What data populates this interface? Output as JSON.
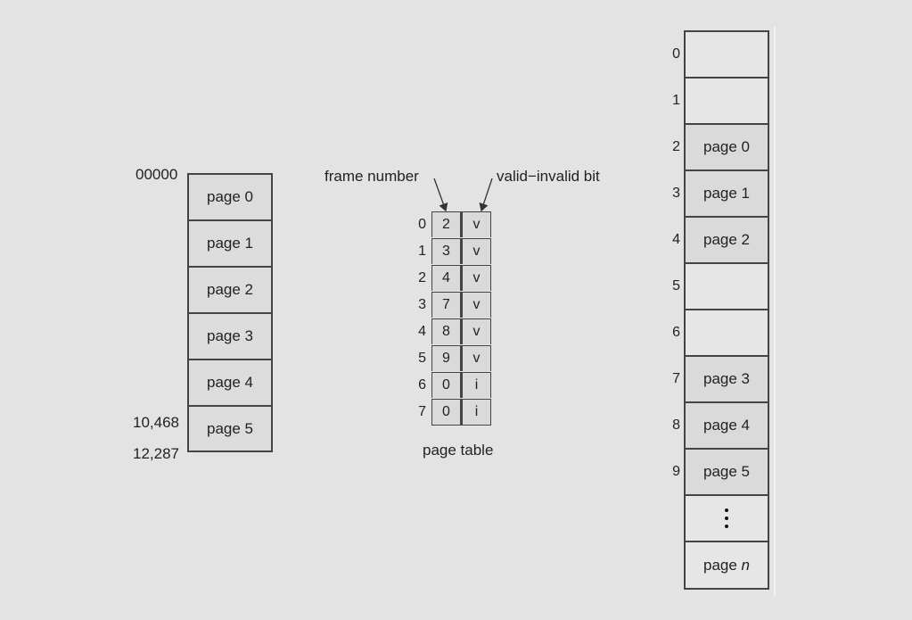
{
  "logical_memory": {
    "pages": [
      "page 0",
      "page 1",
      "page 2",
      "page 3",
      "page 4",
      "page 5"
    ],
    "address_top": "00000",
    "address_page5": "10,468",
    "address_bottom": "12,287"
  },
  "page_table": {
    "label": "page table",
    "frame_number_label": "frame number",
    "valid_invalid_label": "valid−invalid bit",
    "rows": [
      {
        "index": "0",
        "frame": "2",
        "bit": "v"
      },
      {
        "index": "1",
        "frame": "3",
        "bit": "v"
      },
      {
        "index": "2",
        "frame": "4",
        "bit": "v"
      },
      {
        "index": "3",
        "frame": "7",
        "bit": "v"
      },
      {
        "index": "4",
        "frame": "8",
        "bit": "v"
      },
      {
        "index": "5",
        "frame": "9",
        "bit": "v"
      },
      {
        "index": "6",
        "frame": "0",
        "bit": "i"
      },
      {
        "index": "7",
        "frame": "0",
        "bit": "i"
      }
    ]
  },
  "physical_memory": {
    "frames": [
      {
        "index": "0",
        "content": ""
      },
      {
        "index": "1",
        "content": ""
      },
      {
        "index": "2",
        "content": "page 0"
      },
      {
        "index": "3",
        "content": "page 1"
      },
      {
        "index": "4",
        "content": "page 2"
      },
      {
        "index": "5",
        "content": ""
      },
      {
        "index": "6",
        "content": ""
      },
      {
        "index": "7",
        "content": "page 3"
      },
      {
        "index": "8",
        "content": "page 4"
      },
      {
        "index": "9",
        "content": "page 5"
      },
      {
        "index": "",
        "content": "⋮"
      },
      {
        "index": "",
        "content": "page n"
      }
    ],
    "last_frame_prefix": "page",
    "last_frame_var": "n"
  }
}
